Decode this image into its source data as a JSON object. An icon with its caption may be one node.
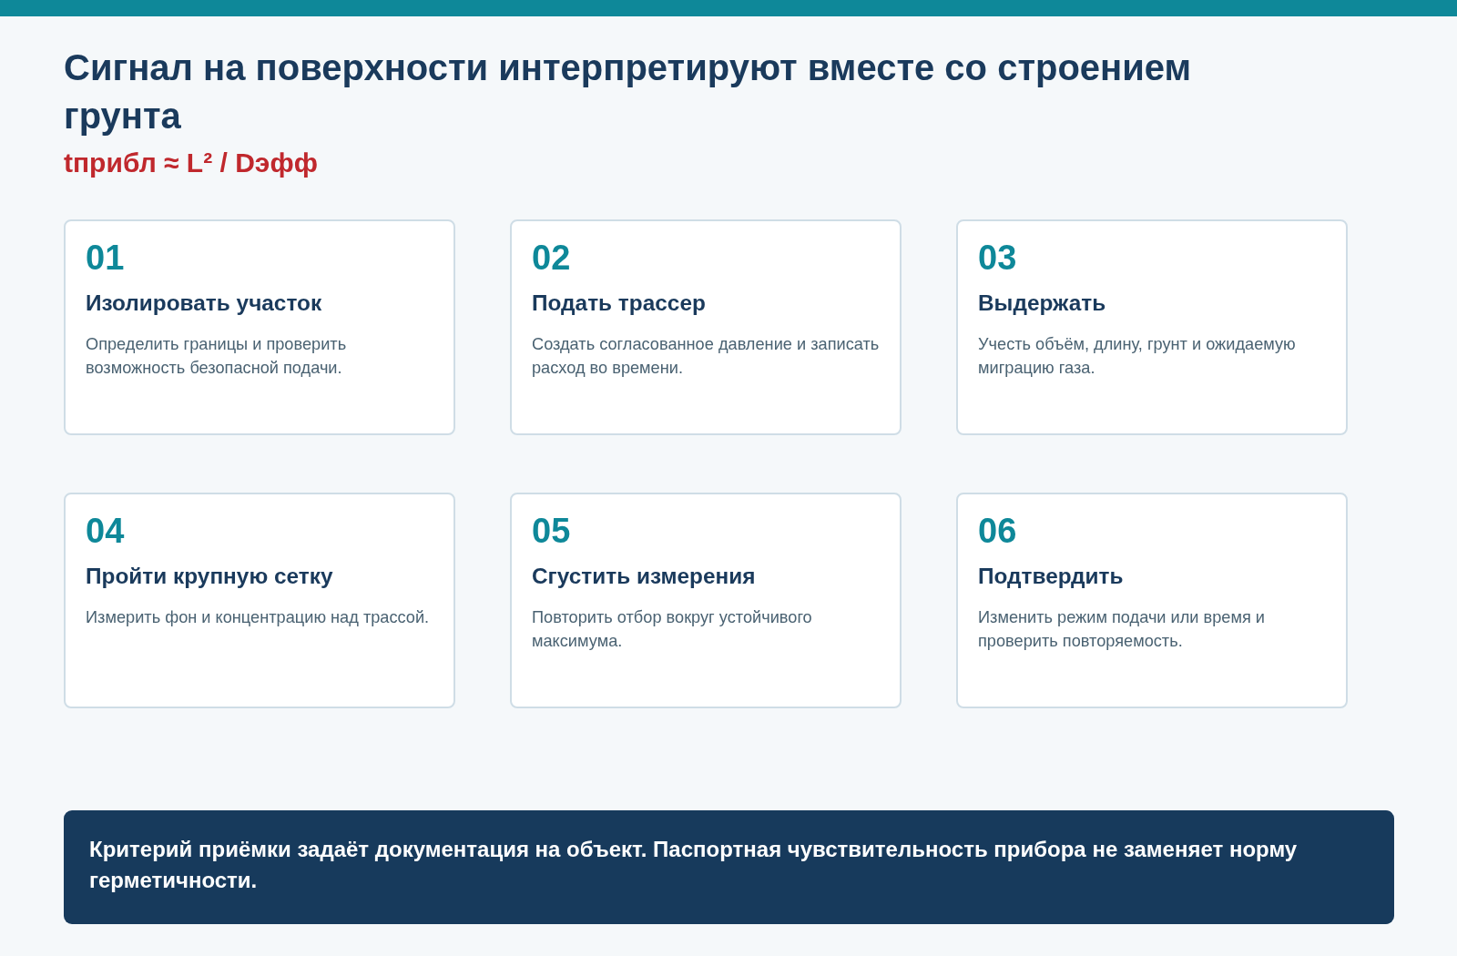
{
  "diagram": {
    "title": "Сигнал на поверхности интерпретируют вместе со строением грунта",
    "labels": [
      "tприбл ≈ L² / Dэфф"
    ],
    "nodes": [
      {
        "text": [
          "01",
          "Изолировать участок",
          "Определить границы и проверить возможность безопасной подачи."
        ]
      },
      {
        "text": [
          "02",
          "Подать трассер",
          "Создать согласованное давление и записать расход во времени."
        ]
      },
      {
        "text": [
          "03",
          "Выдержать",
          "Учесть объём, длину, грунт и ожидаемую миграцию газа."
        ]
      },
      {
        "text": [
          "04",
          "Пройти крупную сетку",
          "Измерить фон и концентрацию над трассой."
        ]
      },
      {
        "text": [
          "05",
          "Сгустить измерения",
          "Повторить отбор вокруг устойчивого максимума."
        ]
      },
      {
        "text": [
          "06",
          "Подтвердить",
          "Изменить режим подачи или время и проверить повторяемость."
        ]
      },
      {
        "text": [
          "Критерий приёмки задаёт документация на объект. Паспортная чувствительность прибора не заменяет норму герметичности."
        ]
      }
    ]
  }
}
